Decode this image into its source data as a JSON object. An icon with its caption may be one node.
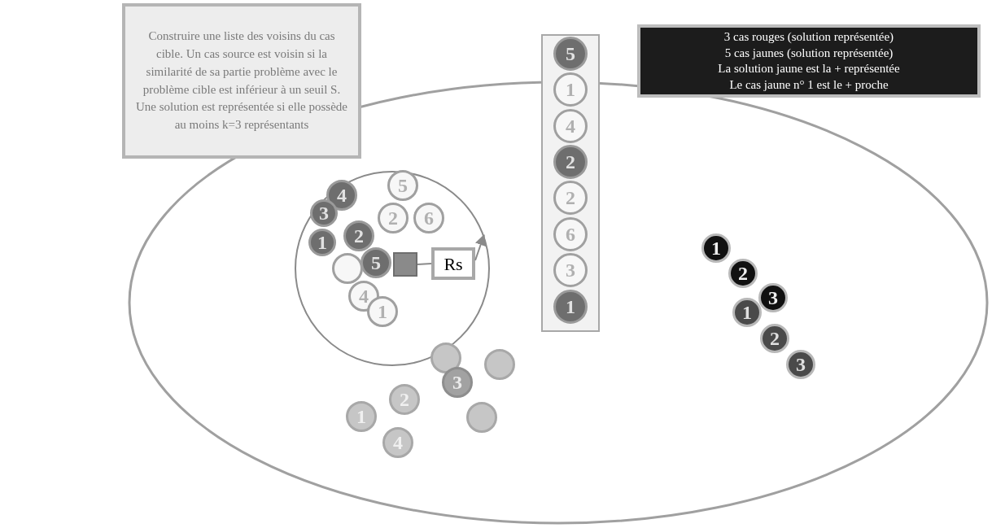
{
  "diagram": {
    "nodes": [
      {
        "text": [
          "Construire une liste des voisins du cas cible. Un cas source est voisin si la similarité de sa partie problème avec le problème cible est inférieur à un seuil S. Une solution est représentée si elle possède au moins k=3 représentants"
        ]
      },
      {
        "text": [],
        "shape": "box"
      },
      {
        "text": [
          "5"
        ],
        "in": 1
      },
      {
        "text": [
          "1"
        ],
        "in": 1
      },
      {
        "text": [
          "4"
        ],
        "in": 1
      },
      {
        "text": [
          "2"
        ],
        "in": 1
      },
      {
        "text": [
          "2"
        ],
        "in": 1
      },
      {
        "text": [
          "6"
        ],
        "in": 1
      },
      {
        "text": [
          "3"
        ],
        "in": 1
      },
      {
        "text": [
          "1"
        ],
        "in": 1
      },
      {
        "text": [
          "3 cas rouges (solution représentée)",
          "5 cas jaunes (solution représentée)",
          "La solution jaune est la + représentée",
          "Le cas jaune n° 1 est le + proche"
        ]
      },
      {
        "text": [],
        "shape": "circle"
      },
      {
        "text": [
          "4"
        ],
        "in": 11
      },
      {
        "text": [
          "5"
        ],
        "in": 11
      },
      {
        "text": [
          "3"
        ],
        "in": 11
      },
      {
        "text": [
          "2"
        ],
        "in": 11
      },
      {
        "text": [
          "6"
        ],
        "in": 11
      },
      {
        "text": [
          "1"
        ],
        "in": 11
      },
      {
        "text": [
          "2"
        ],
        "in": 11
      },
      {
        "text": [
          "5"
        ],
        "in": 11
      },
      {
        "text": [],
        "shape": "box",
        "in": 11
      },
      {
        "text": [
          "Rs"
        ],
        "in": 11
      },
      {
        "text": [],
        "shape": "circle",
        "in": 11
      },
      {
        "text": [
          "4"
        ],
        "in": 11
      },
      {
        "text": [
          "1"
        ],
        "in": 11
      },
      {
        "text": [
          "1"
        ]
      },
      {
        "text": [
          "2"
        ]
      },
      {
        "text": [
          "3"
        ]
      },
      {
        "text": [
          "1"
        ]
      },
      {
        "text": [
          "2"
        ]
      },
      {
        "text": [
          "3"
        ]
      },
      {
        "text": [],
        "shape": "circle"
      },
      {
        "text": [],
        "shape": "circle"
      },
      {
        "text": [
          "3"
        ]
      },
      {
        "text": [
          "2"
        ]
      },
      {
        "text": [],
        "shape": "circle"
      },
      {
        "text": [
          "1"
        ]
      },
      {
        "text": [
          "4"
        ]
      }
    ],
    "edges": [
      {
        "from": 20,
        "to": 21,
        "arrow": "none"
      },
      {
        "from": 21,
        "to": 11,
        "arrow": "to"
      }
    ]
  }
}
